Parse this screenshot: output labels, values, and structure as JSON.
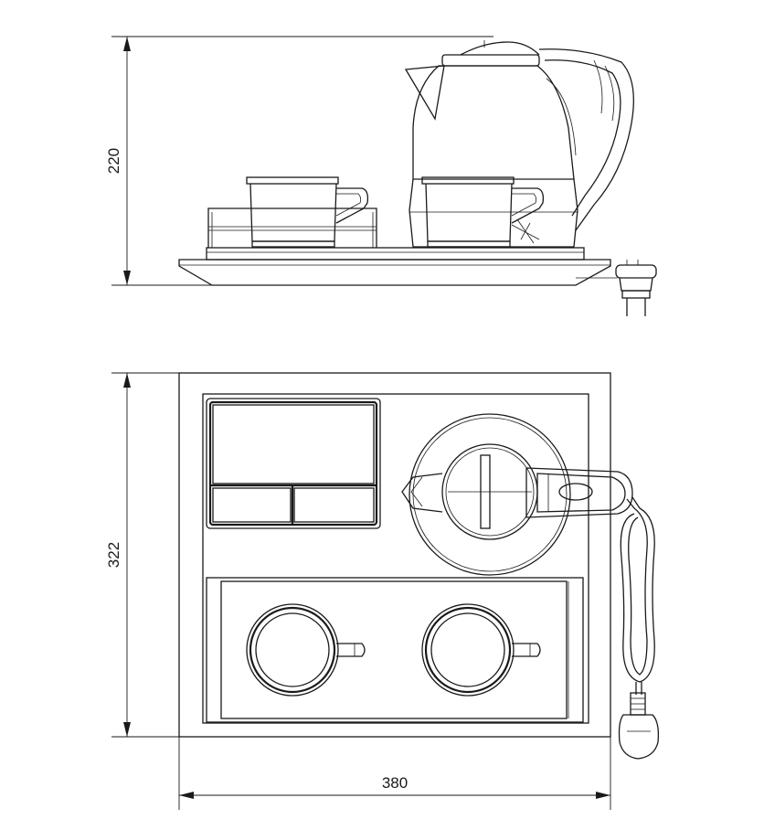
{
  "dimensions": {
    "side_height": "220",
    "top_depth": "322",
    "top_width": "380"
  },
  "views": [
    "side-elevation",
    "top-plan"
  ]
}
